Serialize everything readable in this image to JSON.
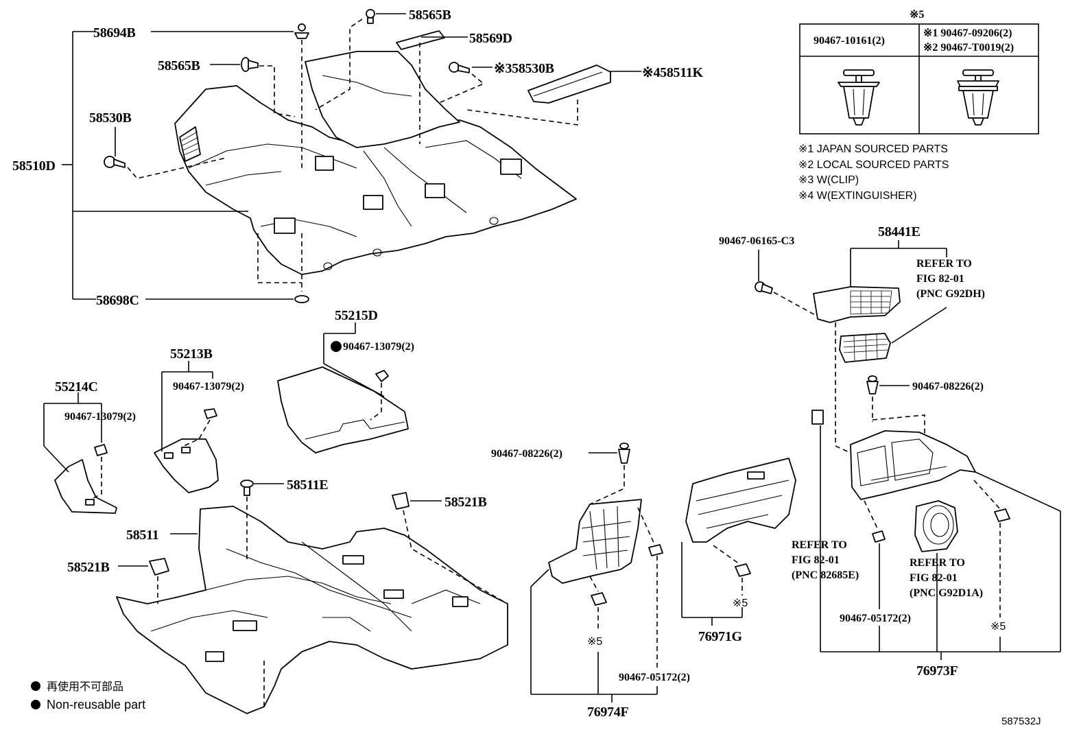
{
  "labels": {
    "p58694B": "58694B",
    "p58565B_top": "58565B",
    "p58569D": "58569D",
    "p58565B_left": "58565B",
    "p58530B_right": "※358530B",
    "p58511K": "※458511K",
    "p58530B_left": "58530B",
    "p58510D": "58510D",
    "p58698C": "58698C",
    "p55215D": "55215D",
    "p55215D_clip": "90467-13079(2)",
    "p55213B": "55213B",
    "p55213B_clip": "90467-13079(2)",
    "p55214C": "55214C",
    "p55214C_clip": "90467-13079(2)",
    "p58511E": "58511E",
    "p58521B_right": "58521B",
    "p58511": "58511",
    "p58521B_left": "58521B",
    "p90467_08226_mid": "90467-08226(2)",
    "p90467_05172_mid": "90467-05172(2)",
    "p76974F": "76974F",
    "note5_mid": "※5",
    "p76971G": "76971G",
    "note5_971": "※5",
    "p90467_06165": "90467-06165-C3",
    "p58441E": "58441E",
    "refer_a_1": "REFER TO",
    "refer_a_2": "FIG 82-01",
    "refer_a_3": "(PNC G92DH)",
    "p90467_08226_right": "90467-08226(2)",
    "refer_b_1": "REFER TO",
    "refer_b_2": "FIG 82-01",
    "refer_b_3": "(PNC 82685E)",
    "refer_c_1": "REFER TO",
    "refer_c_2": "FIG 82-01",
    "refer_c_3": "(PNC G92D1A)",
    "p90467_05172_right": "90467-05172(2)",
    "note5_right": "※5",
    "p76973F": "76973F"
  },
  "clip_table": {
    "header": "※5",
    "col1": "90467-10161(2)",
    "col2_line1": "※1 90467-09206(2)",
    "col2_line2": "※2 90467-T0019(2)"
  },
  "footnotes": [
    "※1 JAPAN SOURCED PARTS",
    "※2 LOCAL SOURCED PARTS",
    "※3 W(CLIP)",
    "※4 W(EXTINGUISHER)"
  ],
  "legend": {
    "jp": "再使用不可部品",
    "en": "Non-reusable part"
  },
  "diagram_id": "587532J"
}
